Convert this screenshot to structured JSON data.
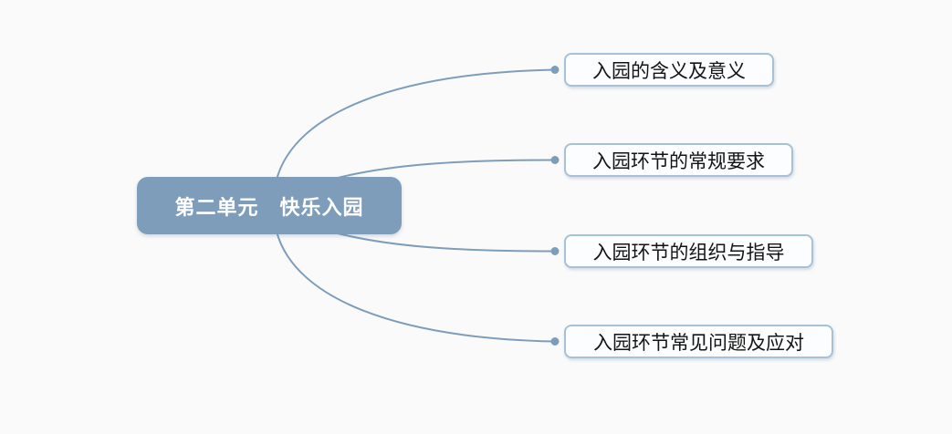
{
  "diagram": {
    "type": "mindmap",
    "background_color": "#fafafa",
    "connector_color": "#7e9dba",
    "root": {
      "label": "第二单元　快乐入园",
      "fill_color": "#7e9dba",
      "text_color": "#ffffff"
    },
    "branch_style": {
      "fill_color": "#fcfdfe",
      "border_color": "#a6c1d8",
      "text_color": "#141414"
    },
    "branches": [
      {
        "label": "入园的含义及意义"
      },
      {
        "label": "入园环节的常规要求"
      },
      {
        "label": "入园环节的组织与指导"
      },
      {
        "label": "入园环节常见问题及应对"
      }
    ],
    "edges": [
      {
        "from": "root",
        "to": "branch-1"
      },
      {
        "from": "root",
        "to": "branch-2"
      },
      {
        "from": "root",
        "to": "branch-3"
      },
      {
        "from": "root",
        "to": "branch-4"
      }
    ]
  }
}
